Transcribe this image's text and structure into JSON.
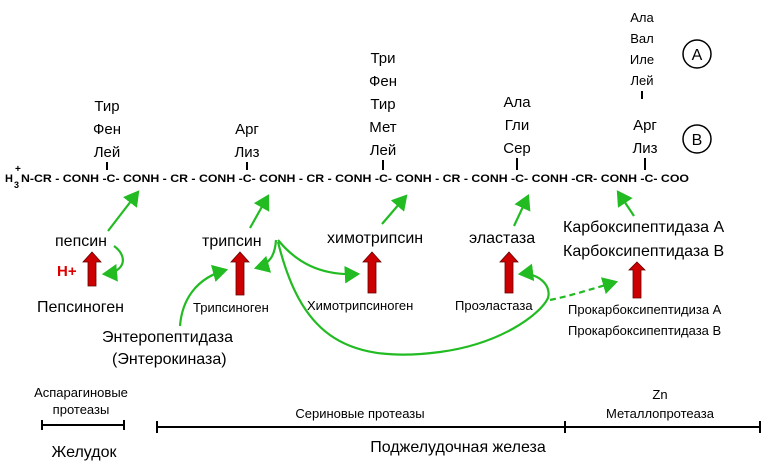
{
  "chain": {
    "prefix_sub": "3",
    "prefix_plus": "+",
    "text": "N-CR - CONH -C- CONH - CR - CONH -C- CONH - CR - CONH -C- CONH - CR - CONH -C- CONH -CR- CONH -C- COO",
    "h": "H"
  },
  "side_groups": {
    "pepsin": [
      "Тир",
      "Фен",
      "Лей"
    ],
    "trypsin": [
      "Арг",
      "Лиз"
    ],
    "chymotrypsin": [
      "Три",
      "Фен",
      "Тир",
      "Мет",
      "Лей"
    ],
    "elastase": [
      "Ала",
      "Гли",
      "Сер"
    ],
    "carboxy_a": [
      "Ала",
      "Вал",
      "Иле",
      "Лей"
    ],
    "carboxy_b": [
      "Арг",
      "Лиз"
    ]
  },
  "circles": {
    "a": "A",
    "b": "B"
  },
  "enzymes": {
    "pepsin": "пепсин",
    "trypsin": "трипсин",
    "chymotrypsin": "химотрипсин",
    "elastase": "эластаза",
    "carboxypeptidase_a": "Карбоксипептидаза А",
    "carboxypeptidase_b": "Карбоксипептидаза В"
  },
  "proton": "H+",
  "zymogens": {
    "pepsinogen": "Пепсиноген",
    "trypsinogen": "Трипсиноген",
    "chymotrypsinogen": "Химотрипсиноген",
    "proelastase": "Проэластаза",
    "procarboxy_a": "Прокарбоксипептидиза А",
    "procarboxy_b": "Прокарбоксипептидаза В"
  },
  "activator": {
    "line1": "Энтеропептидаза",
    "line2": "(Энтерокиназа)"
  },
  "classes": {
    "aspartic_line1": "Аспарагиновые",
    "aspartic_line2": "протеазы",
    "serine": "Сериновые протеазы",
    "zn": "Zn",
    "metallo": "Металлопротеаза"
  },
  "organs": {
    "stomach": "Желудок",
    "pancreas": "Поджелудочная железа"
  },
  "colors": {
    "arrow_red": "#cc0000",
    "arrow_green": "#22bb22",
    "proton_red": "#dd0000"
  }
}
